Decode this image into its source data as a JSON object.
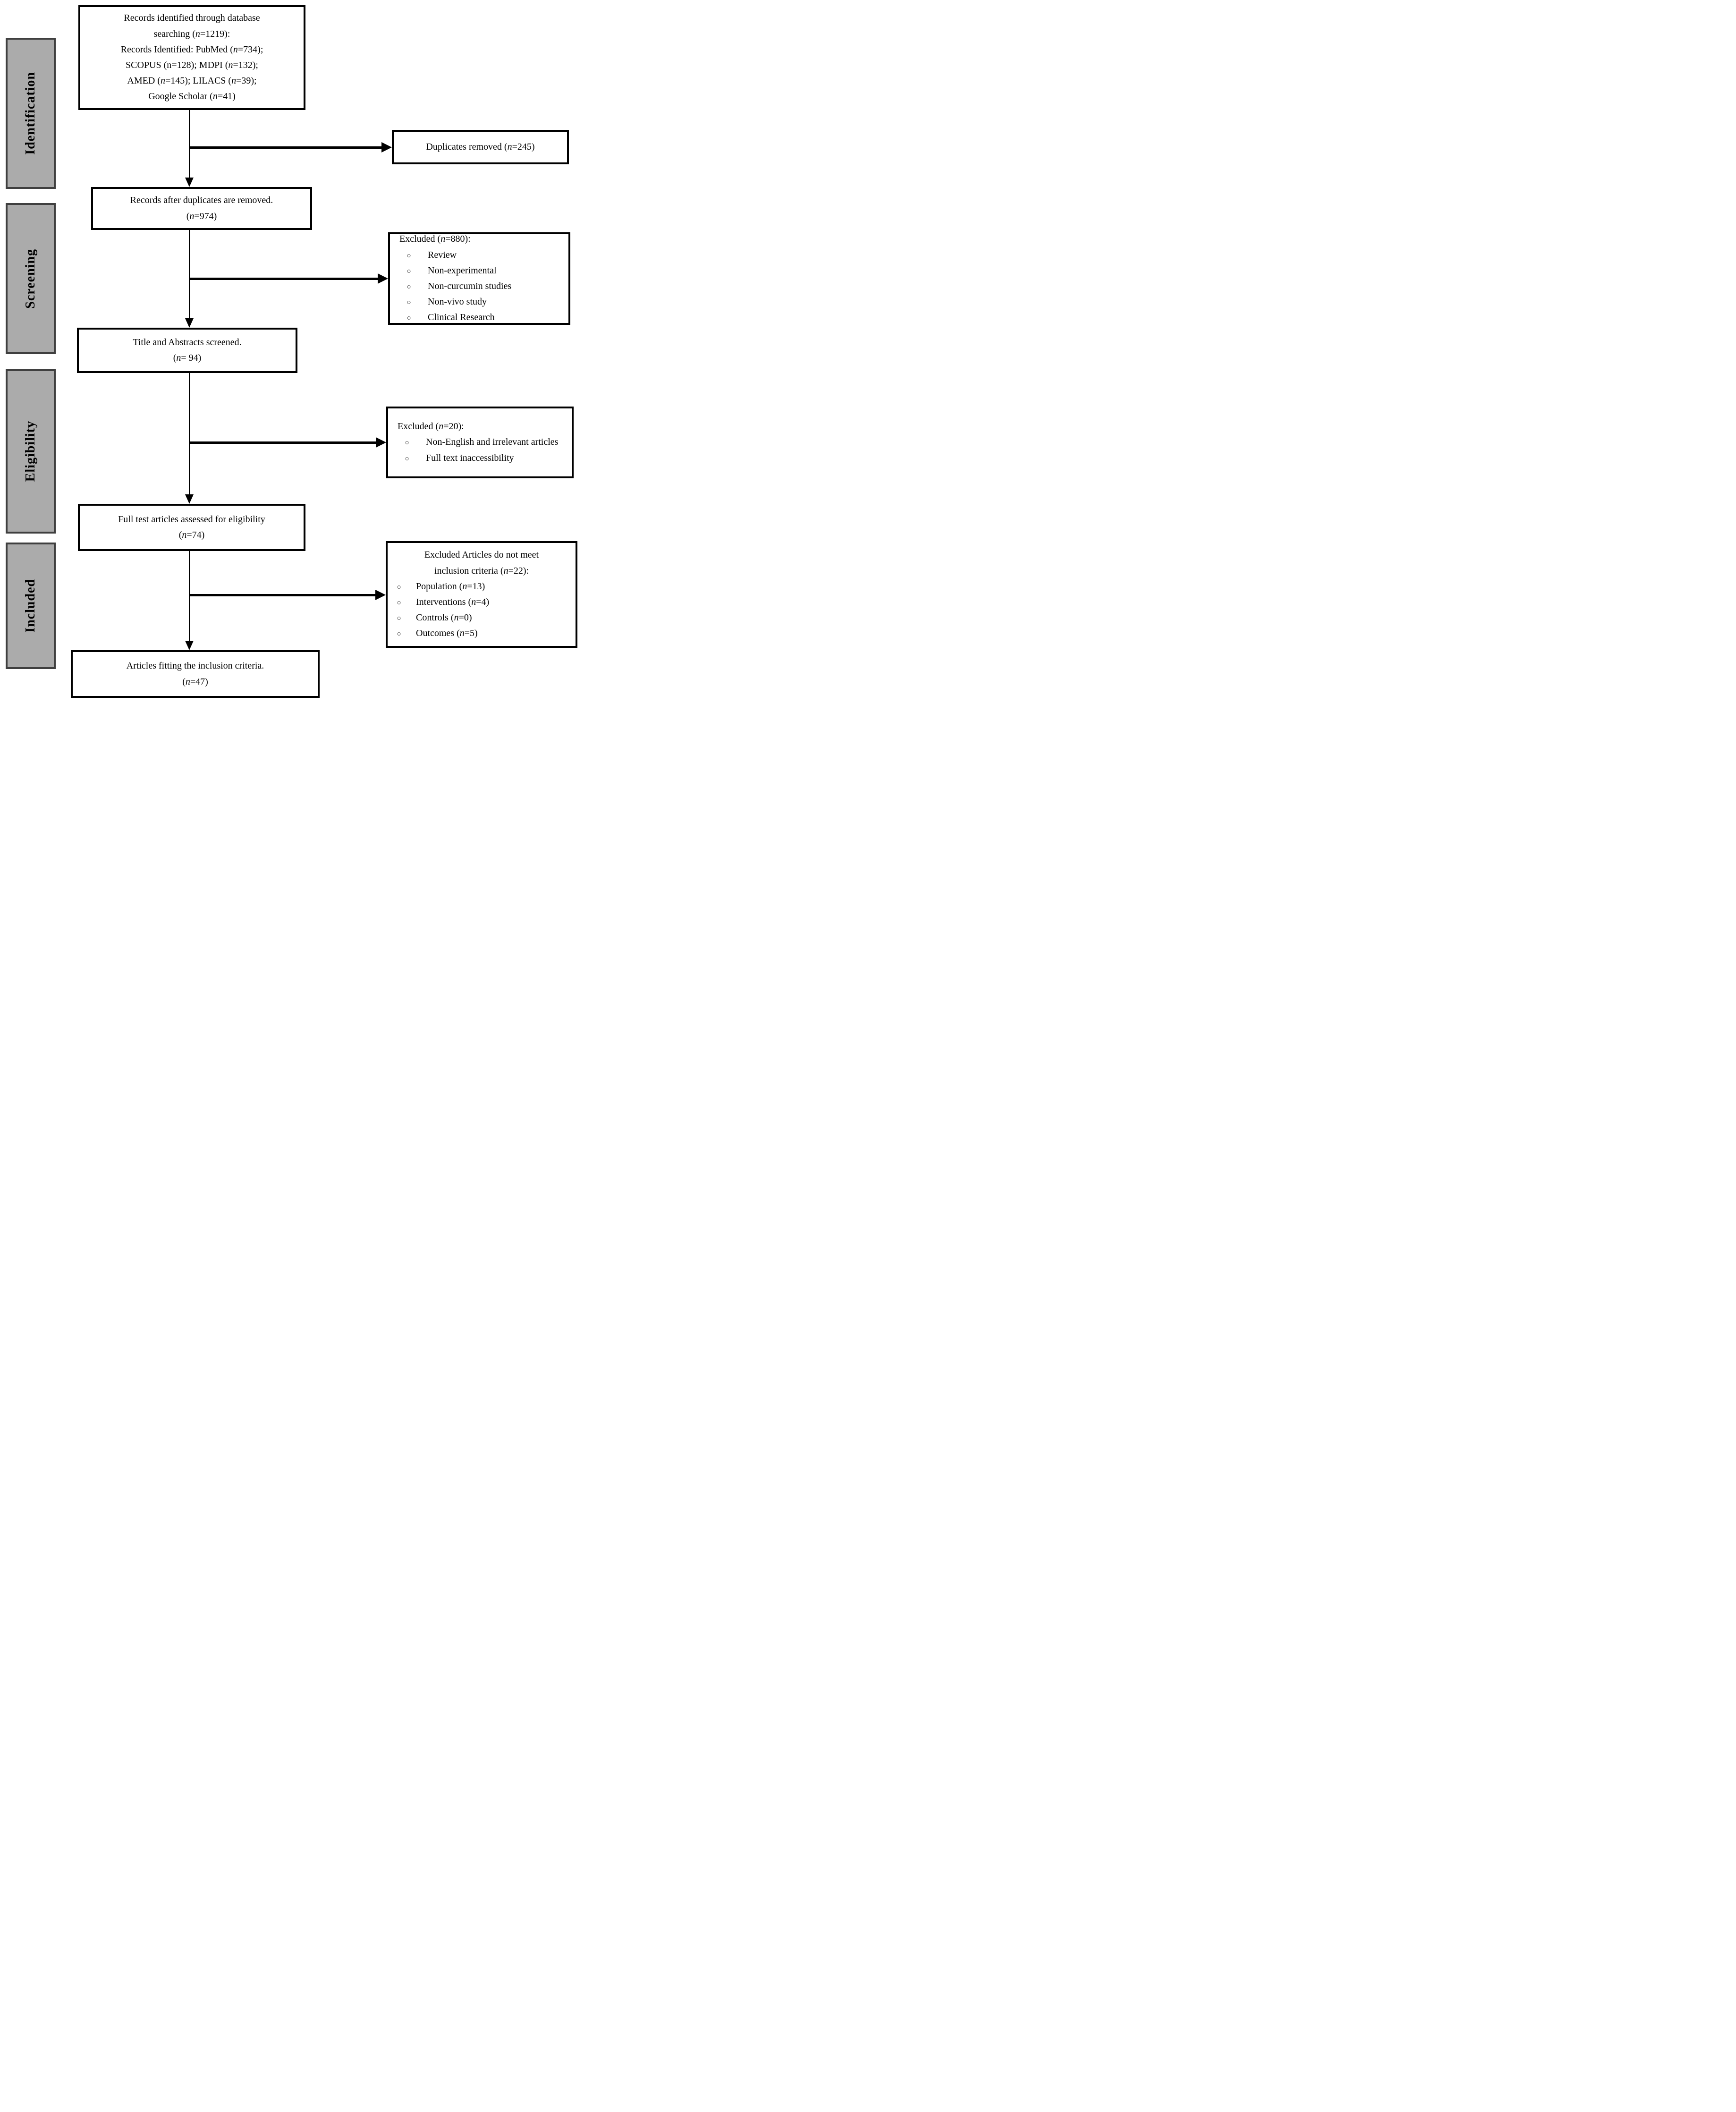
{
  "colors": {
    "background": "#ffffff",
    "sidebar_fill": "#ababab",
    "sidebar_border": "#3f3f3f",
    "box_fill": "#ffffff",
    "box_border": "#000000",
    "line_color": "#000000"
  },
  "icons": {
    "bullet": "○"
  },
  "sidebar": {
    "identification": "Identification",
    "screening": "Screening",
    "eligibility": "Eligibility",
    "included": "Included"
  },
  "flow": {
    "records_identified": {
      "lines": [
        "Records identified through database",
        "searching (*n*=1219):",
        "Records Identified: PubMed (*n*=734);",
        "SCOPUS (n=128); MDPI (*n*=132);",
        "AMED (*n*=145); LILACS (*n*=39);",
        "Google Scholar (*n*=41)"
      ]
    },
    "duplicates_removed": {
      "lines": [
        "Duplicates removed (*n*=245)"
      ]
    },
    "records_after_duplicates": {
      "lines": [
        "Records after duplicates are removed.",
        "(*n*=974)"
      ]
    },
    "excluded_screening": {
      "title": "Excluded (*n*=880):",
      "items": [
        "Review",
        "Non-experimental",
        "Non-curcumin studies",
        "Non-vivo study",
        "Clinical Research"
      ]
    },
    "title_abstracts_screened": {
      "lines": [
        "Title and Abstracts screened.",
        "(*n*= 94)"
      ]
    },
    "excluded_eligibility": {
      "title": "Excluded (*n*=20):",
      "items": [
        "Non-English and irrelevant articles",
        "Full text inaccessibility"
      ]
    },
    "full_text_assessed": {
      "lines": [
        "Full test articles assessed for eligibility",
        "(*n*=74)"
      ]
    },
    "excluded_included": {
      "title_lines": [
        "Excluded Articles do not meet",
        "inclusion criteria (*n*=22):"
      ],
      "items": [
        "Population (*n*=13)",
        "Interventions (*n*=4)",
        "Controls (*n*=0)",
        "Outcomes (*n*=5)"
      ]
    },
    "articles_included": {
      "lines": [
        "Articles fitting the inclusion criteria.",
        "(*n*=47)"
      ]
    }
  }
}
